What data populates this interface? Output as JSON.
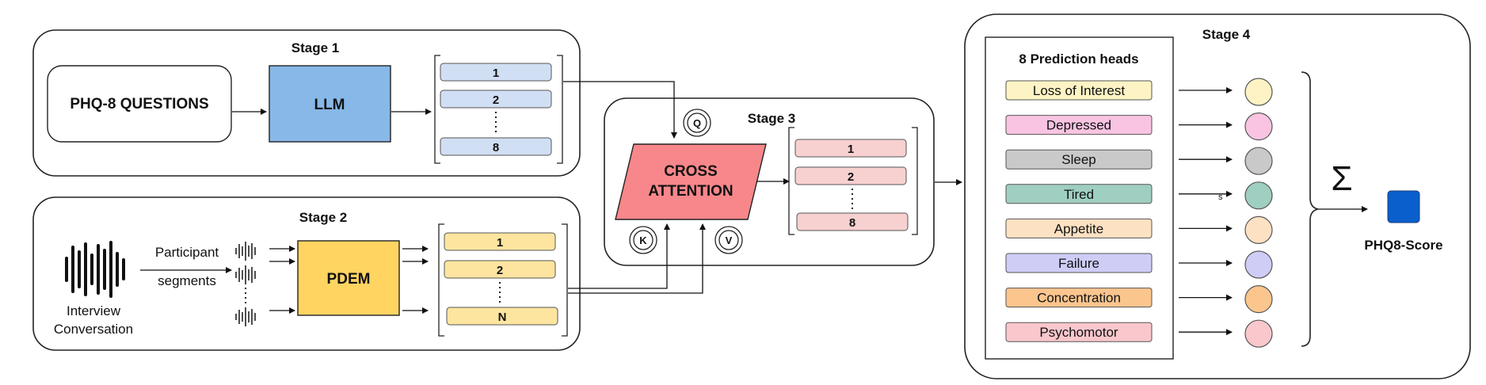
{
  "stage1": {
    "title": "Stage 1",
    "questions_label": "PHQ-8 QUESTIONS",
    "llm_label": "LLM",
    "embeddings": [
      "1",
      "2",
      "8"
    ]
  },
  "stage2": {
    "title": "Stage 2",
    "interview_line1": "Interview",
    "interview_line2": "Conversation",
    "segments_line1": "Participant",
    "segments_line2": "segments",
    "pdem_label": "PDEM",
    "embeddings": [
      "1",
      "2",
      "N"
    ]
  },
  "stage3": {
    "title": "Stage 3",
    "cross_line1": "CROSS",
    "cross_line2": "ATTENTION",
    "q": "Q",
    "k": "K",
    "v": "V",
    "embeddings": [
      "1",
      "2",
      "8"
    ]
  },
  "stage4": {
    "title": "Stage 4",
    "heads_title": "8 Prediction heads",
    "heads": [
      {
        "label": "Loss of Interest",
        "color": "#fdf3c4"
      },
      {
        "label": "Depressed",
        "color": "#f8c4e2"
      },
      {
        "label": "Sleep",
        "color": "#c9c9c9"
      },
      {
        "label": "Tired",
        "color": "#9fcfc1"
      },
      {
        "label": "Appetite",
        "color": "#fde1c3"
      },
      {
        "label": "Failure",
        "color": "#cfcdf6"
      },
      {
        "label": "Concentration",
        "color": "#fbc58e"
      },
      {
        "label": "Psychomotor",
        "color": "#f9c7cc"
      }
    ],
    "arrow_mark": "s",
    "sum_symbol": "Σ",
    "output_label": "PHQ8-Score",
    "output_color": "#0b5fcc"
  },
  "colors": {
    "llm": "#87b8e8",
    "pdem": "#ffd461",
    "cross": "#f7878a",
    "embed_blue": "#d0dff3",
    "embed_yellow": "#fde5a0",
    "embed_pink": "#f7d0d0"
  }
}
